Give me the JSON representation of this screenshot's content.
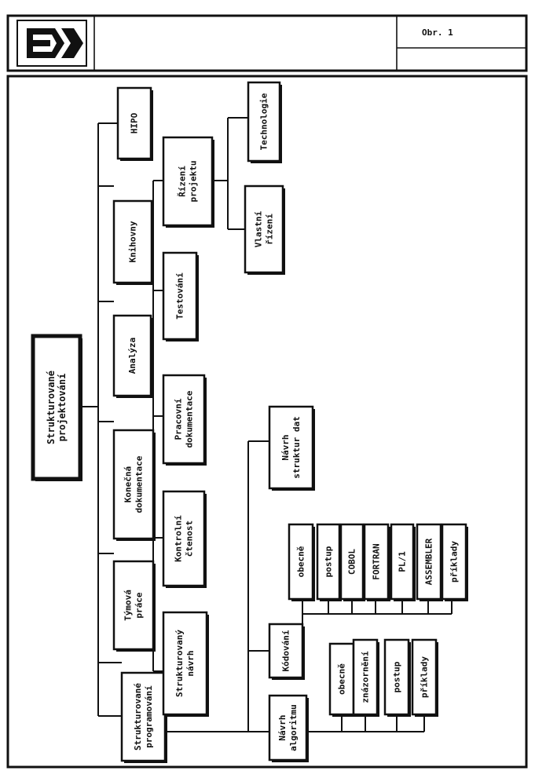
{
  "header": {
    "figure_label": "Obr. 1"
  },
  "nodes": {
    "root": [
      "Strukturované",
      "projektování"
    ],
    "hipo": [
      "HIPO"
    ],
    "knihovny": [
      "Knihovny"
    ],
    "analyza": [
      "Analýza"
    ],
    "konecna_dokumentace": [
      "Konečná",
      "dokumentace"
    ],
    "tymova_prace": [
      "Týmová",
      "práce"
    ],
    "strukturovane_programovani": [
      "Strukturované",
      "programování"
    ],
    "rizeni_projektu": [
      "Řízení",
      "projektu"
    ],
    "technologie": [
      "Technologie"
    ],
    "vlastni_rizeni": [
      "Vlastní",
      "řízení"
    ],
    "testovani": [
      "Testování"
    ],
    "pracovni_dokumentace": [
      "Pracovní",
      "dokumentace"
    ],
    "kontrolni_ctenost": [
      "Kontrolní",
      "čtenost"
    ],
    "strukturovany_navrh": [
      "Strukturovaný",
      "návrh"
    ],
    "navrh_struktur_dat": [
      "Návrh",
      "struktur dat"
    ],
    "kodovani": [
      "Kódování"
    ],
    "navrh_algoritmu": [
      "Návrh",
      "algoritmu"
    ],
    "kod_obecne": [
      "obecně"
    ],
    "kod_postup": [
      "postup"
    ],
    "kod_cobol": [
      "COBOL"
    ],
    "kod_fortran": [
      "FORTRAN"
    ],
    "kod_pl1": [
      "PL/1"
    ],
    "kod_assembler": [
      "ASSEMBLER"
    ],
    "kod_priklady": [
      "příklady"
    ],
    "alg_obecne": [
      "obecně"
    ],
    "alg_znazorneni": [
      "znázornění"
    ],
    "alg_postup": [
      "postup"
    ],
    "alg_priklady": [
      "příklady"
    ]
  }
}
